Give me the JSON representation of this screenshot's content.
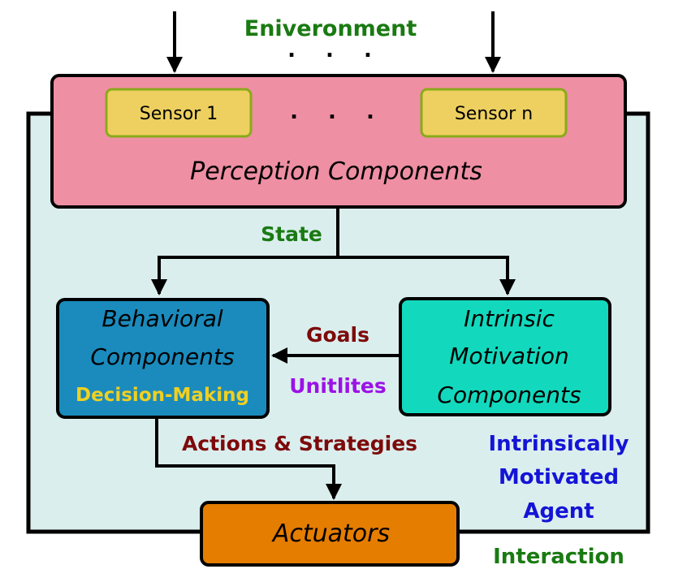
{
  "environment_label": "Eniveronment",
  "ellipsis": ". . .",
  "perception": {
    "sensor_first": "Sensor 1",
    "sensor_last": "Sensor n",
    "title": "Perception Components"
  },
  "state_label": "State",
  "behavioral": {
    "line1": "Behavioral",
    "line2": "Components",
    "sub": "Decision-Making"
  },
  "intrinsic": {
    "line1": "Intrinsic",
    "line2": "Motivation",
    "line3": "Components"
  },
  "goals_label": "Goals",
  "utilities_label": "Unitlites",
  "actions_label": "Actions & Strategies",
  "agent_label": {
    "line1": "Intrinsically",
    "line2": "Motivated",
    "line3": "Agent"
  },
  "actuators_label": "Actuators",
  "interaction_label": "Interaction",
  "colors": {
    "agent_fill": "#dbeeee",
    "perception_fill": "#ee8fa3",
    "sensor_fill": "#edd060",
    "sensor_stroke": "#8aaa1a",
    "behavioral_fill": "#1b8bbd",
    "intrinsic_fill": "#12d9bd",
    "actuators_fill": "#e57d00",
    "green_text": "#1a7a12",
    "maroon_text": "#7d0a0a",
    "purple_text": "#9b12e6",
    "blue_text": "#1414d6",
    "yellow_text": "#f0d020"
  }
}
